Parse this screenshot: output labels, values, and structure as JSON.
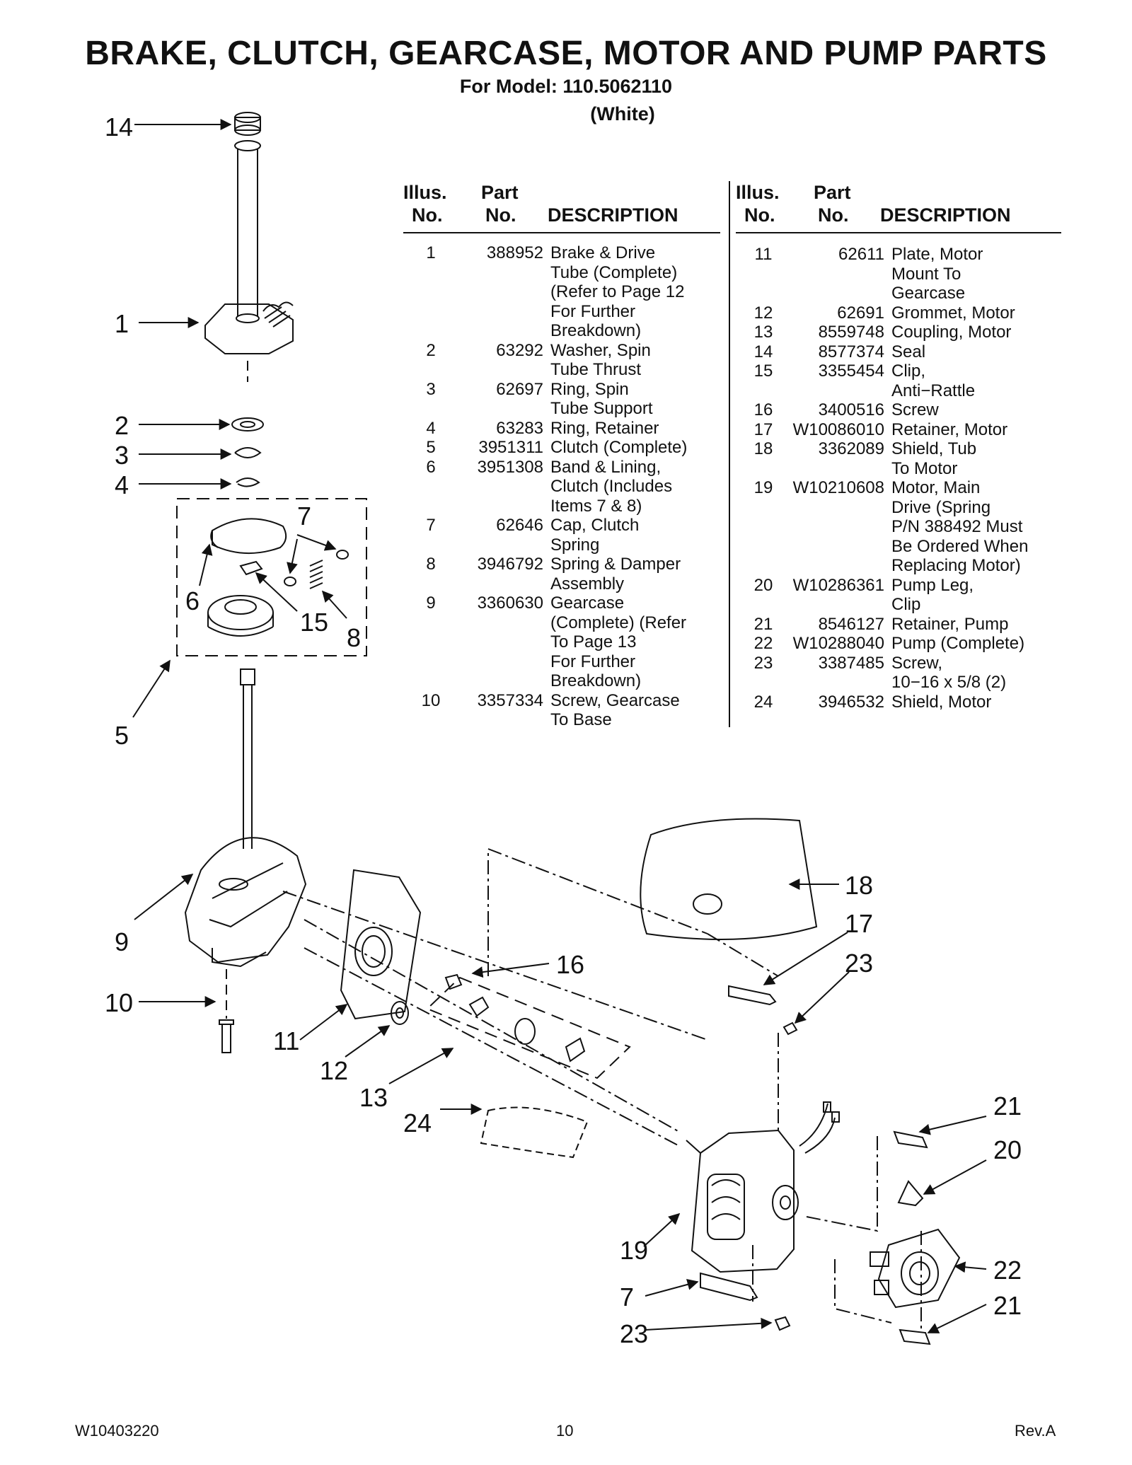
{
  "header": {
    "title": "BRAKE, CLUTCH, GEARCASE, MOTOR AND PUMP PARTS",
    "model_line": "For Model: 110.5062110",
    "color_line": "(White)"
  },
  "table_headers": {
    "illus_top": "Illus.",
    "illus_bottom": "No.",
    "part_top": "Part",
    "part_bottom": "No.",
    "description": "DESCRIPTION"
  },
  "parts_left": [
    {
      "illus": "1",
      "part": "388952",
      "desc": "Brake & Drive\nTube (Complete)\n(Refer to Page 12\nFor Further\nBreakdown)"
    },
    {
      "illus": "2",
      "part": "63292",
      "desc": "Washer, Spin\nTube Thrust"
    },
    {
      "illus": "3",
      "part": "62697",
      "desc": "Ring, Spin\nTube Support"
    },
    {
      "illus": "4",
      "part": "63283",
      "desc": "Ring, Retainer"
    },
    {
      "illus": "5",
      "part": "3951311",
      "desc": "Clutch (Complete)"
    },
    {
      "illus": "6",
      "part": "3951308",
      "desc": "Band & Lining,\nClutch (Includes\nItems 7 & 8)"
    },
    {
      "illus": "7",
      "part": "62646",
      "desc": "Cap, Clutch\nSpring"
    },
    {
      "illus": "8",
      "part": "3946792",
      "desc": "Spring & Damper\nAssembly"
    },
    {
      "illus": "9",
      "part": "3360630",
      "desc": "Gearcase\n(Complete) (Refer\nTo Page 13\nFor Further\nBreakdown)"
    },
    {
      "illus": "10",
      "part": "3357334",
      "desc": "Screw, Gearcase\nTo Base"
    }
  ],
  "parts_right": [
    {
      "illus": "11",
      "part": "62611",
      "desc": "Plate, Motor\nMount To\nGearcase"
    },
    {
      "illus": "12",
      "part": "62691",
      "desc": "Grommet, Motor"
    },
    {
      "illus": "13",
      "part": "8559748",
      "desc": "Coupling, Motor"
    },
    {
      "illus": "14",
      "part": "8577374",
      "desc": "Seal"
    },
    {
      "illus": "15",
      "part": "3355454",
      "desc": "Clip,\nAnti−Rattle"
    },
    {
      "illus": "16",
      "part": "3400516",
      "desc": "Screw"
    },
    {
      "illus": "17",
      "part": "W10086010",
      "desc": "Retainer, Motor"
    },
    {
      "illus": "18",
      "part": "3362089",
      "desc": "Shield, Tub\nTo Motor"
    },
    {
      "illus": "19",
      "part": "W10210608",
      "desc": "Motor, Main\nDrive (Spring\nP/N 388492 Must\nBe Ordered When\nReplacing Motor)"
    },
    {
      "illus": "20",
      "part": "W10286361",
      "desc": "Pump Leg,\nClip"
    },
    {
      "illus": "21",
      "part": "8546127",
      "desc": "Retainer, Pump"
    },
    {
      "illus": "22",
      "part": "W10288040",
      "desc": "Pump (Complete)"
    },
    {
      "illus": "23",
      "part": "3387485",
      "desc": "Screw,\n10−16 x 5/8 (2)"
    },
    {
      "illus": "24",
      "part": "3946532",
      "desc": "Shield, Motor"
    }
  ],
  "callouts": [
    "14",
    "1",
    "2",
    "3",
    "4",
    "7",
    "6",
    "15",
    "8",
    "5",
    "9",
    "10",
    "11",
    "12",
    "13",
    "24",
    "16",
    "18",
    "17",
    "23",
    "21",
    "20",
    "22",
    "19"
  ],
  "footer": {
    "doc_number": "W10403220",
    "page_number": "10",
    "revision": "Rev.A"
  }
}
